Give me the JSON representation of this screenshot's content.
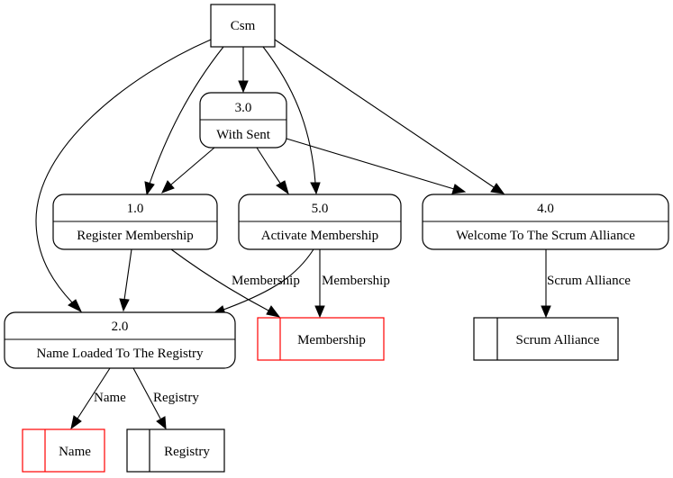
{
  "colors": {
    "line": "#000000",
    "store_red": "#ff0000",
    "background": "#ffffff"
  },
  "entity": {
    "label": "Csm"
  },
  "processes": {
    "p3": {
      "id": "3.0",
      "name": "With Sent"
    },
    "p1": {
      "id": "1.0",
      "name": "Register Membership"
    },
    "p5": {
      "id": "5.0",
      "name": "Activate Membership"
    },
    "p4": {
      "id": "4.0",
      "name": "Welcome To The Scrum Alliance"
    },
    "p2": {
      "id": "2.0",
      "name": "Name Loaded To The Registry"
    }
  },
  "stores": {
    "membership": {
      "label": "Membership"
    },
    "scrum_alliance": {
      "label": "Scrum Alliance"
    },
    "name": {
      "label": "Name"
    },
    "registry": {
      "label": "Registry"
    }
  },
  "edge_labels": {
    "p1_to_membership": "Membership",
    "p5_to_membership": "Membership",
    "p4_to_scrum": "Scrum Alliance",
    "p2_to_name": "Name",
    "p2_to_registry": "Registry"
  }
}
